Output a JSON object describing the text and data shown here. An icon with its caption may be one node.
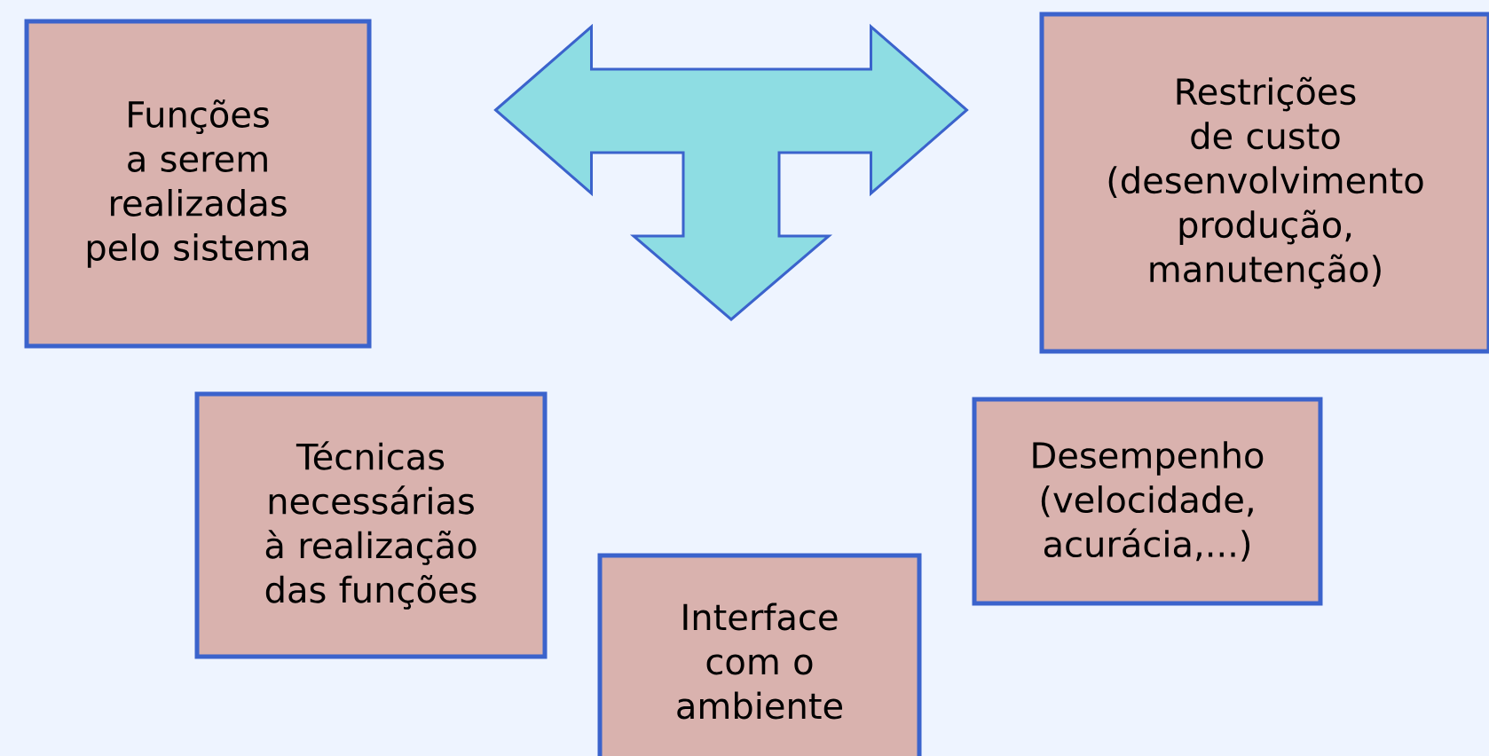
{
  "diagram": {
    "nodes": [
      {
        "text": [
          "Funções a serem realizadas pelo sistema"
        ]
      },
      {
        "text": [
          "Restrições de custo (desenvolvimento produção, manutenção)"
        ]
      },
      {
        "text": [
          "Técnicas necessárias à realização das funções"
        ]
      },
      {
        "text": [
          "Desempenho (velocidade, acurácia,...)"
        ]
      },
      {
        "text": [
          "Interface com o ambiente"
        ]
      }
    ],
    "edges": [
      {
        "from": 0,
        "to": 1,
        "arrow": "both"
      }
    ]
  }
}
